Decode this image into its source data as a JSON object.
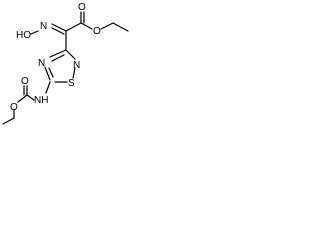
{
  "molecule": {
    "atoms": {
      "hydroxyimino": "HO",
      "oxime_n": "N",
      "ester_carbonyl_o": "O",
      "ester_o": "O",
      "ring_n3": "N",
      "ring_n2": "N",
      "ring_s": "S",
      "amide_nh": "NH",
      "carbamate_o": "O",
      "carbamate_carbonyl_o": "O"
    }
  }
}
